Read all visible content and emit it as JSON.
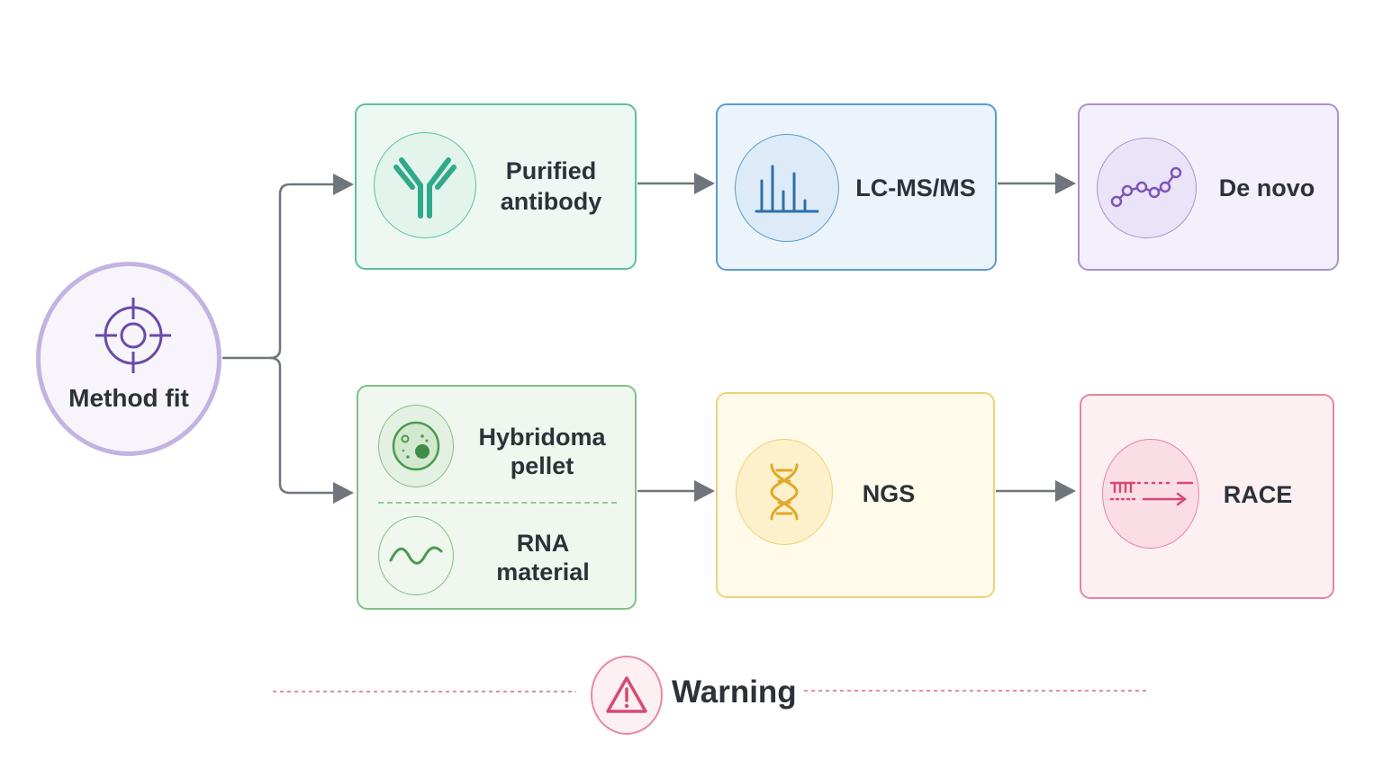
{
  "nodes": {
    "method_fit": "Method fit",
    "purified_antibody": "Purified\nantibody",
    "lcms": "LC-MS/MS",
    "de_novo": "De novo",
    "hybridoma_pellet": "Hybridoma\npellet",
    "rna_material": "RNA\nmaterial",
    "ngs": "NGS",
    "race": "RACE"
  },
  "warning": {
    "label": "Warning"
  },
  "icons": {
    "method_fit": "target-icon",
    "purified_antibody": "antibody-icon",
    "lcms": "mass-spectrum-icon",
    "de_novo": "peptide-chain-icon",
    "hybridoma_pellet": "cell-icon",
    "rna_material": "rna-wave-icon",
    "ngs": "dna-helix-icon",
    "race": "primer-extension-icon",
    "warning": "warning-triangle-icon"
  },
  "colors": {
    "connector": "#6f757b",
    "warning_line": "#e58aa0",
    "antibody": "#2fa98a",
    "lcms": "#2f6fa8",
    "de_novo": "#7c55b8",
    "source": "#4c9a52",
    "ngs": "#e0a92a",
    "race": "#d64a73",
    "method_fit": "#6a4aa8"
  }
}
